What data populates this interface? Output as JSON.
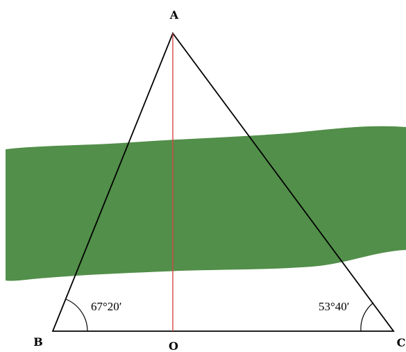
{
  "colors": {
    "river": "#528f4a",
    "triangle": "#000000",
    "altitude": "#d64545",
    "background": "#ffffff"
  },
  "vertices": {
    "apex": "A",
    "left": "B",
    "right": "C",
    "foot": "O"
  },
  "angles": {
    "at_b": "67°20′",
    "at_c": "53°40′"
  }
}
